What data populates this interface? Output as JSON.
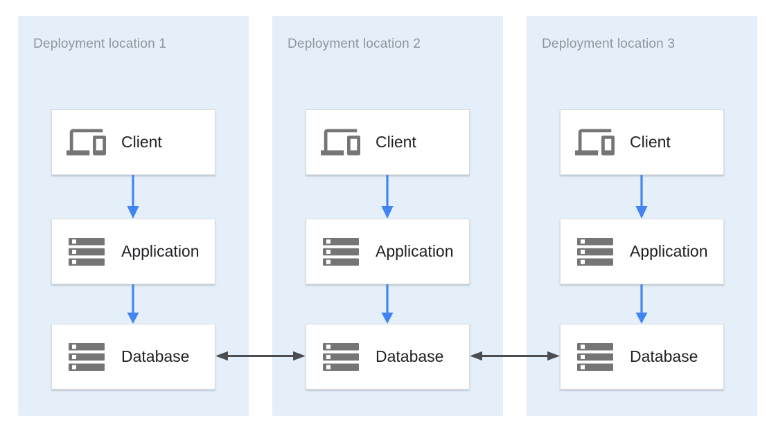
{
  "panels": [
    {
      "label": "Deployment location 1",
      "nodes": [
        {
          "label": "Client",
          "icon": "devices-icon"
        },
        {
          "label": "Application",
          "icon": "server-stack-icon"
        },
        {
          "label": "Database",
          "icon": "server-stack-icon"
        }
      ]
    },
    {
      "label": "Deployment location 2",
      "nodes": [
        {
          "label": "Client",
          "icon": "devices-icon"
        },
        {
          "label": "Application",
          "icon": "server-stack-icon"
        },
        {
          "label": "Database",
          "icon": "server-stack-icon"
        }
      ]
    },
    {
      "label": "Deployment location 3",
      "nodes": [
        {
          "label": "Client",
          "icon": "devices-icon"
        },
        {
          "label": "Application",
          "icon": "server-stack-icon"
        },
        {
          "label": "Database",
          "icon": "server-stack-icon"
        }
      ]
    }
  ],
  "connections": [
    {
      "from": "panel-1-client",
      "to": "panel-1-application",
      "style": "one-way-blue"
    },
    {
      "from": "panel-1-application",
      "to": "panel-1-database",
      "style": "one-way-blue"
    },
    {
      "from": "panel-2-client",
      "to": "panel-2-application",
      "style": "one-way-blue"
    },
    {
      "from": "panel-2-application",
      "to": "panel-2-database",
      "style": "one-way-blue"
    },
    {
      "from": "panel-3-client",
      "to": "panel-3-application",
      "style": "one-way-blue"
    },
    {
      "from": "panel-3-application",
      "to": "panel-3-database",
      "style": "one-way-blue"
    },
    {
      "from": "panel-1-database",
      "to": "panel-2-database",
      "style": "two-way-dark"
    },
    {
      "from": "panel-2-database",
      "to": "panel-3-database",
      "style": "two-way-dark"
    }
  ],
  "colors": {
    "panel_background": "#E4EFF9",
    "node_background": "#FFFFFF",
    "node_border": "#D9DCDF",
    "icon_gray": "#757575",
    "panel_label_gray": "#8E959C",
    "node_text": "#202124",
    "flow_arrow_blue": "#4284F3",
    "sync_arrow_dark": "#4A4E52"
  }
}
